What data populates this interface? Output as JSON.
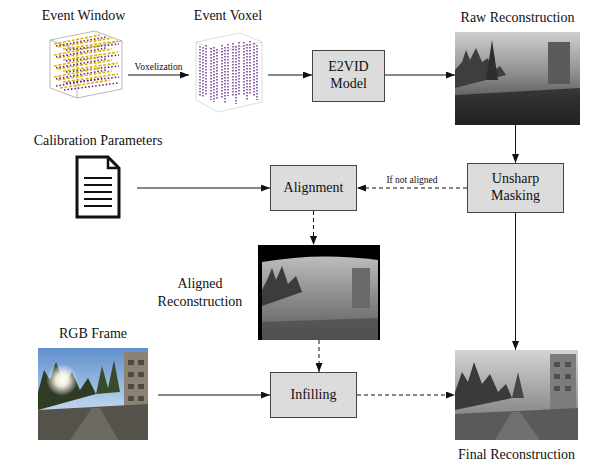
{
  "diagram": {
    "nodes": [
      {
        "text": [
          "Event Window"
        ]
      },
      {
        "text": [
          "Event Voxel"
        ]
      },
      {
        "text": [
          "E2VID Model"
        ]
      },
      {
        "text": [
          "Raw Reconstruction"
        ]
      },
      {
        "text": [
          "Calibration Parameters"
        ]
      },
      {
        "text": [
          "Alignment"
        ]
      },
      {
        "text": [
          "Unsharp Masking"
        ]
      },
      {
        "text": [
          "Aligned Reconstruction"
        ]
      },
      {
        "text": [
          "RGB Frame"
        ]
      },
      {
        "text": [
          "Infilling"
        ]
      },
      {
        "text": [
          "Final Reconstruction"
        ]
      }
    ],
    "edges": [
      {
        "from": 0,
        "to": 1,
        "label": "Voxelization",
        "arrow": "to"
      },
      {
        "from": 1,
        "to": 2,
        "arrow": "to"
      },
      {
        "from": 2,
        "to": 3,
        "arrow": "to"
      },
      {
        "from": 3,
        "to": 6,
        "arrow": "to"
      },
      {
        "from": 4,
        "to": 5,
        "arrow": "to"
      },
      {
        "from": 6,
        "to": 5,
        "label": "If not aligned",
        "arrow": "to"
      },
      {
        "from": 6,
        "to": 10,
        "arrow": "to"
      },
      {
        "from": 5,
        "to": 7,
        "arrow": "to"
      },
      {
        "from": 7,
        "to": 9,
        "arrow": "to"
      },
      {
        "from": 8,
        "to": 9,
        "arrow": "to"
      },
      {
        "from": 9,
        "to": 10,
        "arrow": "to"
      }
    ]
  }
}
